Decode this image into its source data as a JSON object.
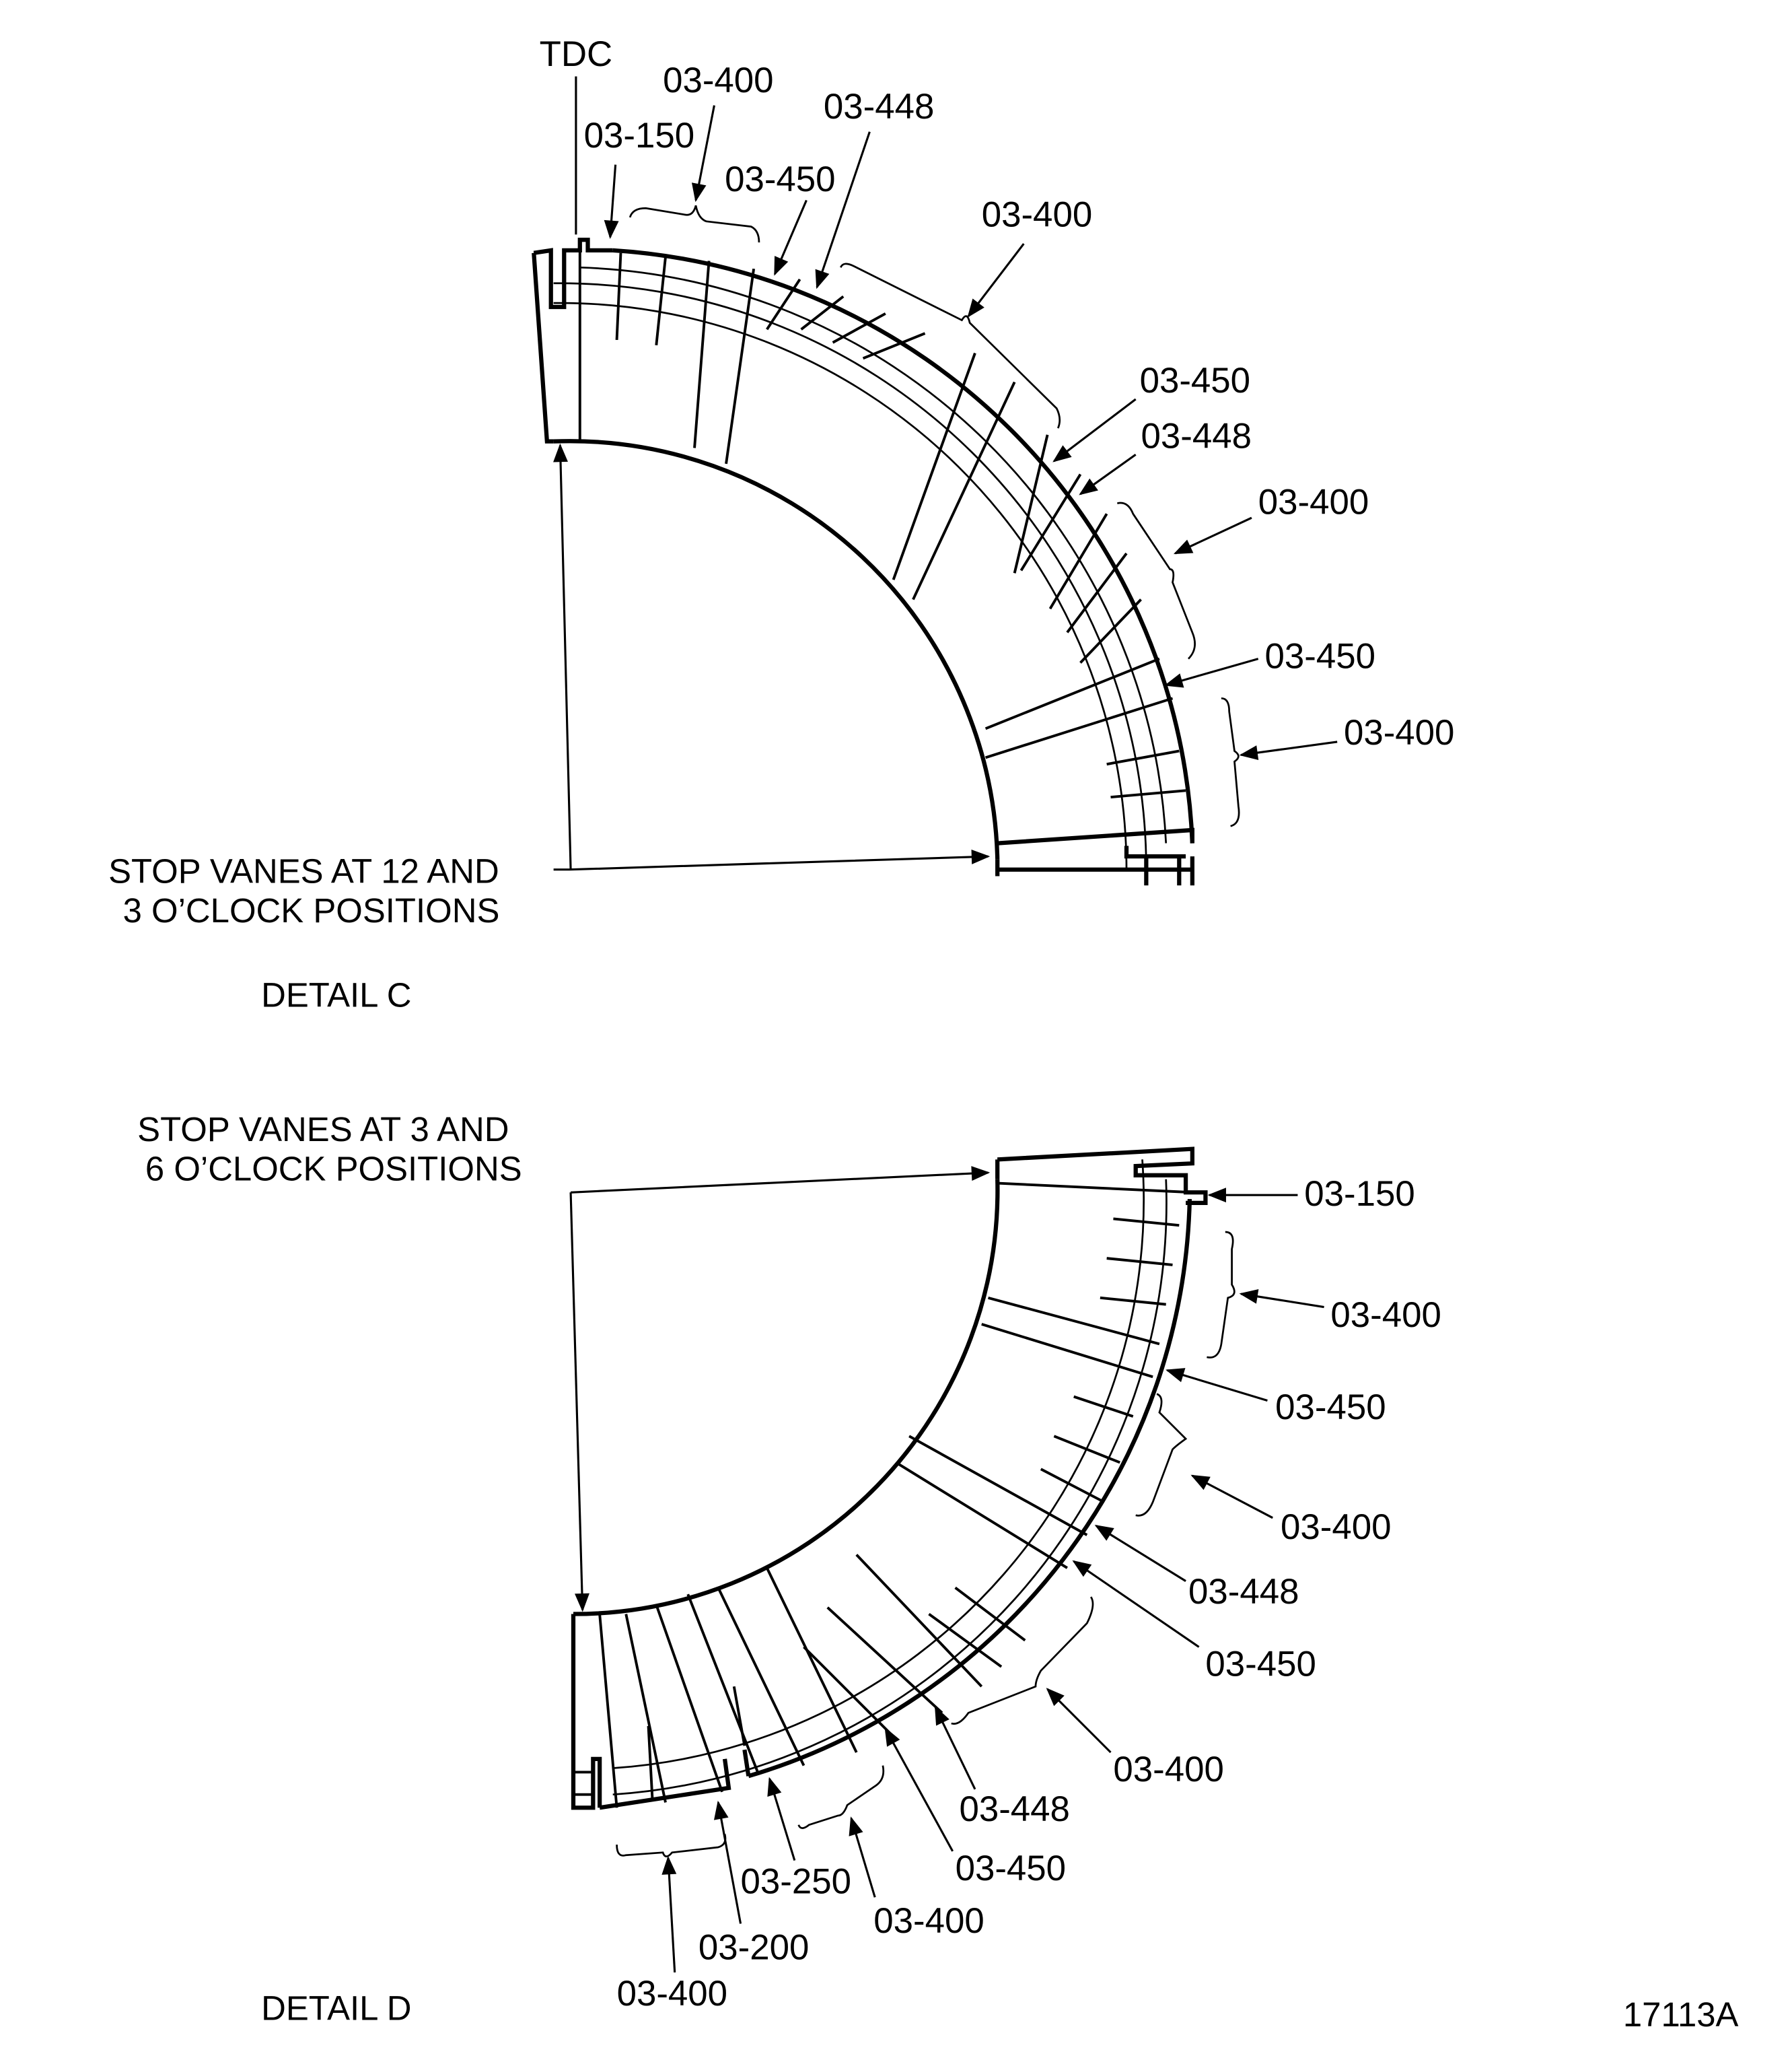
{
  "figure_id": "17113A",
  "detail_c": {
    "title": "DETAIL C",
    "note_line1": "STOP VANES AT 12 AND",
    "note_line2": "3 O’CLOCK POSITIONS",
    "tdc_label": "TDC",
    "callouts": [
      {
        "label": "03-150",
        "target": "stop-vane-tdc"
      },
      {
        "label": "03-400",
        "target": "vane-group-bracket"
      },
      {
        "label": "03-450",
        "target": "outer-ring"
      },
      {
        "label": "03-448",
        "target": "outer-ring-segment"
      },
      {
        "label": "03-400",
        "target": "vane-group-bracket"
      },
      {
        "label": "03-450",
        "target": "outer-ring"
      },
      {
        "label": "03-448",
        "target": "outer-ring-segment"
      },
      {
        "label": "03-400",
        "target": "vane-group-bracket"
      },
      {
        "label": "03-450",
        "target": "outer-ring"
      },
      {
        "label": "03-400",
        "target": "vane-group-bracket"
      }
    ]
  },
  "detail_d": {
    "title": "DETAIL D",
    "note_line1": "STOP VANES AT 3 AND",
    "note_line2": "6 O’CLOCK POSITIONS",
    "callouts": [
      {
        "label": "03-150",
        "target": "stop-vane-3oclock"
      },
      {
        "label": "03-400",
        "target": "vane-group-bracket"
      },
      {
        "label": "03-450",
        "target": "outer-ring"
      },
      {
        "label": "03-400",
        "target": "vane-group-bracket"
      },
      {
        "label": "03-448",
        "target": "outer-ring-segment"
      },
      {
        "label": "03-450",
        "target": "outer-ring"
      },
      {
        "label": "03-400",
        "target": "vane-group-bracket"
      },
      {
        "label": "03-448",
        "target": "outer-ring-segment"
      },
      {
        "label": "03-450",
        "target": "outer-ring"
      },
      {
        "label": "03-400",
        "target": "vane-group-bracket"
      },
      {
        "label": "03-250",
        "target": "segment-end"
      },
      {
        "label": "03-200",
        "target": "segment-end"
      },
      {
        "label": "03-400",
        "target": "vane-group-bracket"
      }
    ]
  }
}
